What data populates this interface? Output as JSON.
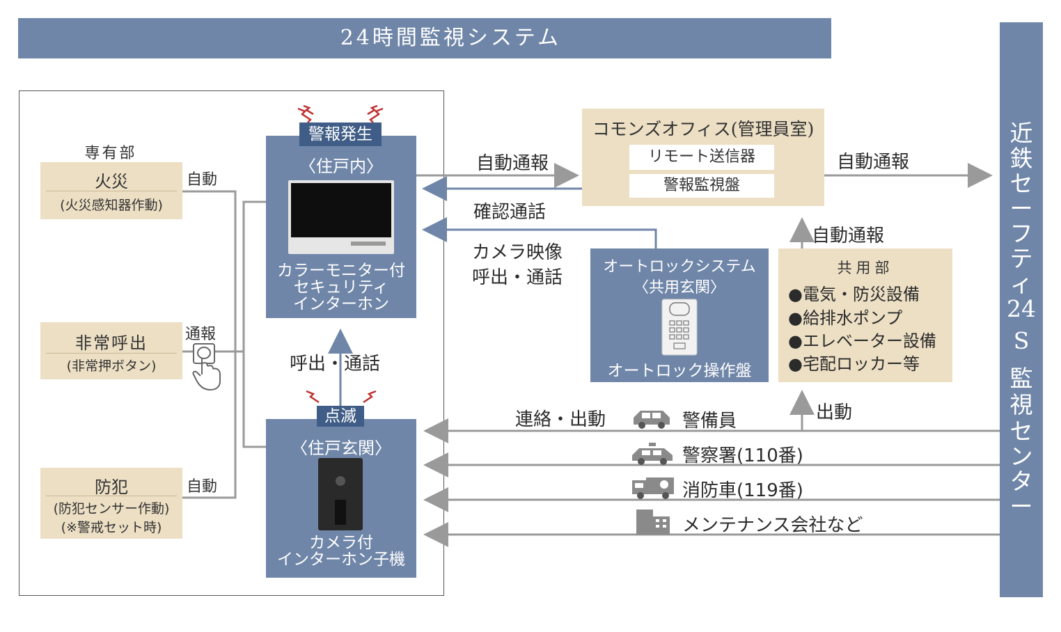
{
  "title": "24時間監視システム",
  "center": {
    "label": [
      "近",
      "鉄",
      "セ",
      "ー",
      "フ",
      "テ",
      "ィ",
      "24",
      "S",
      "監",
      "視",
      "セ",
      "ン",
      "タ",
      "ー"
    ]
  },
  "unit": {
    "heading": "専有部",
    "fire": {
      "title": "火災",
      "sub": "(火災感知器作動)",
      "mode": "自動"
    },
    "emergency": {
      "title": "非常呼出",
      "sub": "(非常押ボタン)",
      "mode": "通報"
    },
    "crime": {
      "title": "防犯",
      "sub1": "(防犯センサー作動)",
      "sub2": "(※警戒セット時)",
      "mode": "自動"
    }
  },
  "monitor": {
    "tag": "警報発生",
    "place": "〈住戸内〉",
    "name1": "カラーモニター付",
    "name2": "セキュリティ",
    "name3": "インターホン"
  },
  "door": {
    "tag": "点滅",
    "place": "〈住戸玄関〉",
    "name1": "カメラ付",
    "name2": "インターホン子機"
  },
  "call_label": "呼出・通話",
  "office": {
    "title": "コモンズオフィス(管理員室)",
    "item1": "リモート送信器",
    "item2": "警報監視盤"
  },
  "autolock": {
    "title": "オートロックシステム",
    "place": "〈共用玄関〉",
    "panel": "オートロック操作盤"
  },
  "common": {
    "heading": "共用部",
    "items": [
      "●電気・防災設備",
      "●給排水ポンプ",
      "●エレベーター設備",
      "●宅配ロッカー等"
    ]
  },
  "arrows": {
    "auto1": "自動通報",
    "confirm": "確認通話",
    "camera1": "カメラ映像",
    "camera2": "呼出・通話",
    "auto2": "自動通報",
    "auto3": "自動通報",
    "dispatch": "出動",
    "contact": "連絡・出動"
  },
  "responders": [
    {
      "label": "警備員",
      "icon": "car-icon"
    },
    {
      "label": "警察署(110番)",
      "icon": "police-car-icon"
    },
    {
      "label": "消防車(119番)",
      "icon": "fire-truck-icon"
    },
    {
      "label": "メンテナンス会社など",
      "icon": "building-icon"
    }
  ],
  "colors": {
    "blue": "#6f86a8",
    "beige": "#ecdfc4",
    "tag": "#3f5d86",
    "line": "#9a9a9a",
    "blue_line": "#6f86a8"
  }
}
